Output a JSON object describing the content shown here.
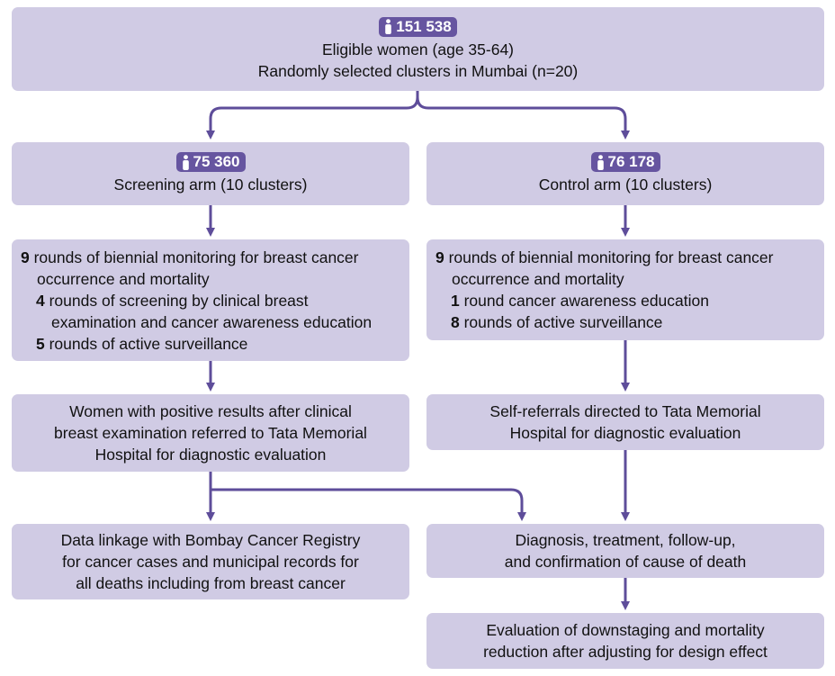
{
  "top": {
    "count": "151 538",
    "line1": "Eligible women (age 35-64)",
    "line2": "Randomly selected clusters in Mumbai (n=20)"
  },
  "screening": {
    "count": "75 360",
    "label": "Screening arm (10 clusters)",
    "monitor_num": "9",
    "monitor_text1": " rounds of biennial monitoring for breast cancer",
    "monitor_text2": "occurrence and mortality",
    "screen_num": "4",
    "screen_text1": " rounds of screening by clinical breast",
    "screen_text2": "examination and cancer awareness education",
    "surv_num": "5",
    "surv_text": " rounds of active surveillance",
    "referral_line1": "Women with positive results after clinical",
    "referral_line2": "breast examination referred to Tata Memorial",
    "referral_line3": "Hospital for diagnostic evaluation",
    "linkage_line1": "Data linkage with Bombay Cancer Registry",
    "linkage_line2": "for cancer cases and municipal records for",
    "linkage_line3": "all deaths including from breast cancer"
  },
  "control": {
    "count": "76 178",
    "label": "Control arm (10 clusters)",
    "monitor_num": "9",
    "monitor_text1": " rounds of biennial monitoring for breast cancer",
    "monitor_text2": "occurrence and mortality",
    "edu_num": "1",
    "edu_text": " round cancer awareness education",
    "surv_num": "8",
    "surv_text": " rounds of active surveillance",
    "referral_line1": "Self-referrals directed to Tata Memorial",
    "referral_line2": "Hospital for diagnostic evaluation",
    "diagnosis_line1": "Diagnosis, treatment, follow-up,",
    "diagnosis_line2": "and confirmation of cause of death",
    "evaluation_line1": "Evaluation of downstaging and mortality",
    "evaluation_line2": "reduction after adjusting for design effect"
  },
  "icon": "person-icon",
  "colors": {
    "box_fill": "#d0cbe4",
    "badge_fill": "#6655a0",
    "arrow": "#5e4d9a"
  }
}
